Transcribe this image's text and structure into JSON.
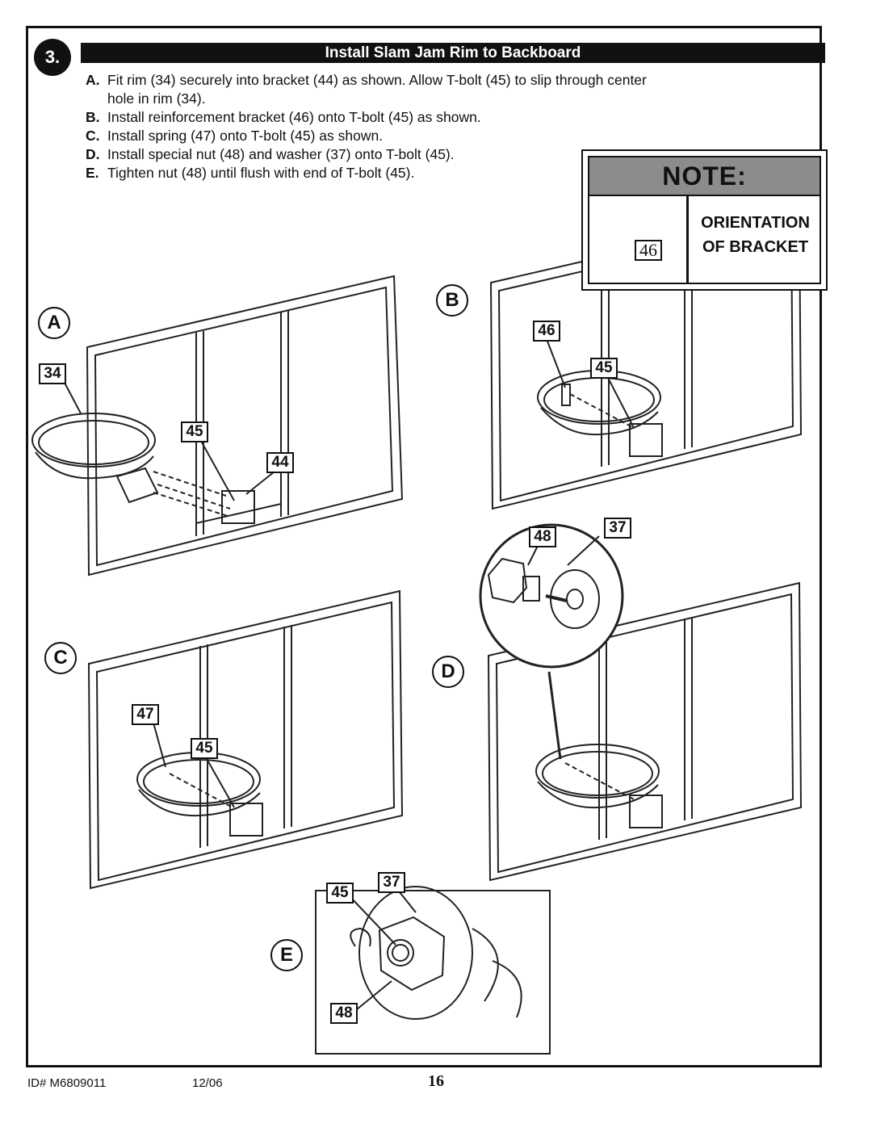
{
  "step": {
    "number": "3.",
    "title": "Install Slam Jam Rim to Backboard"
  },
  "instructions": [
    {
      "letter": "A.",
      "text": "Fit rim (34) securely into bracket (44) as shown.  Allow T-bolt (45) to slip through center"
    },
    {
      "letter": "",
      "text": "hole in rim (34)."
    },
    {
      "letter": "B.",
      "text": "Install reinforcement bracket (46) onto T-bolt (45) as shown."
    },
    {
      "letter": "C.",
      "text": "Install spring (47) onto T-bolt (45) as shown."
    },
    {
      "letter": "D.",
      "text": "Install special nut (48) and washer (37) onto T-bolt (45)."
    },
    {
      "letter": "E.",
      "text": "Tighten nut (48) until flush with end of T-bolt (45)."
    }
  ],
  "note": {
    "heading": "NOTE:",
    "part": "46",
    "line1": "ORIENTATION",
    "line2": "OF BRACKET"
  },
  "figures": {
    "a": {
      "label": "A",
      "parts": [
        "34",
        "45",
        "44"
      ]
    },
    "b": {
      "label": "B",
      "parts": [
        "46",
        "45"
      ]
    },
    "c": {
      "label": "C",
      "parts": [
        "47",
        "45"
      ]
    },
    "d": {
      "label": "D",
      "parts": [
        "48",
        "37"
      ]
    },
    "e": {
      "label": "E",
      "parts": [
        "45",
        "37",
        "48"
      ]
    }
  },
  "footer": {
    "id": "ID#   M6809011",
    "date": "12/06",
    "page": "16"
  }
}
